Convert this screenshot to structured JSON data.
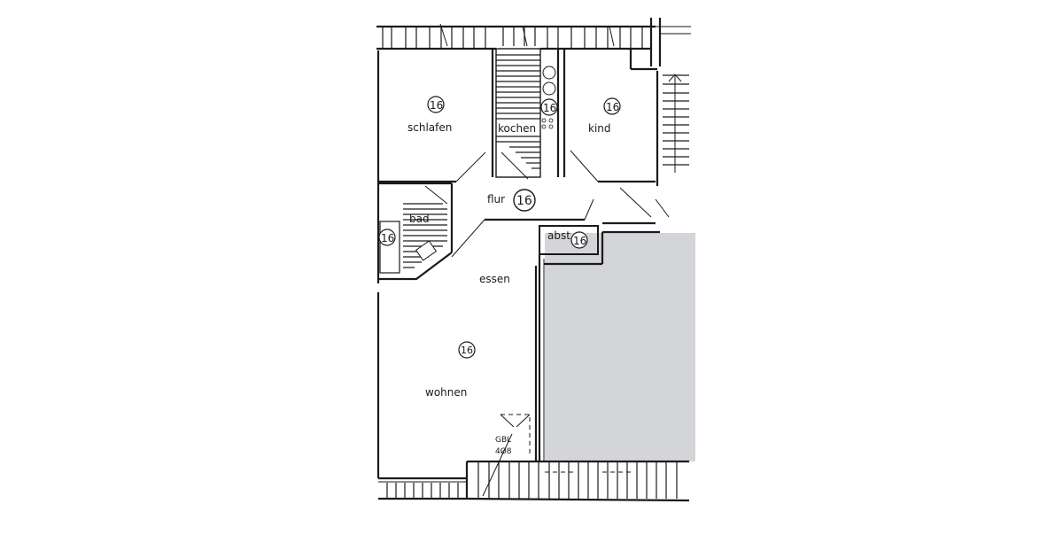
{
  "plan": {
    "type": "floor plan (scanned)",
    "background": "#ffffff",
    "ink": "#1a1a1a",
    "masked_area_color": "#d4d5d9",
    "rooms": [
      {
        "id": "schlafen",
        "label": "schlafen",
        "badge": "16"
      },
      {
        "id": "kochen",
        "label": "kochen",
        "badge": "16"
      },
      {
        "id": "kind",
        "label": "kind",
        "badge": "16"
      },
      {
        "id": "flur",
        "label": "flur",
        "badge": "16"
      },
      {
        "id": "bad",
        "label": "bad",
        "badge": "16"
      },
      {
        "id": "abst",
        "label": "abst",
        "badge": "16"
      },
      {
        "id": "essen",
        "label": "essen",
        "badge": ""
      },
      {
        "id": "wohnen",
        "label": "wohnen",
        "badge": "16"
      }
    ],
    "annotation": {
      "line1": "GBL",
      "line2": "4Ø8"
    }
  }
}
